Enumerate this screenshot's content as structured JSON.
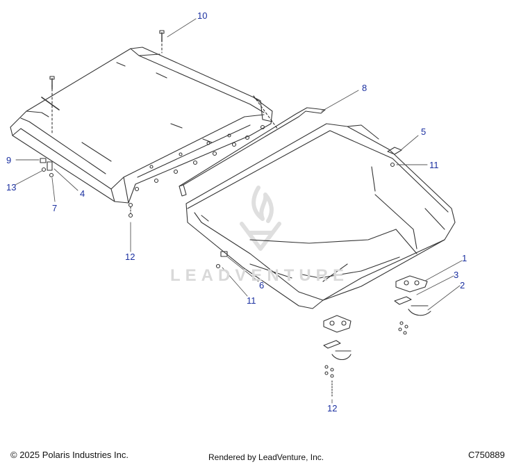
{
  "diagram": {
    "callouts": [
      {
        "id": "c10",
        "label": "10"
      },
      {
        "id": "c8",
        "label": "8"
      },
      {
        "id": "c5",
        "label": "5"
      },
      {
        "id": "c11a",
        "label": "11"
      },
      {
        "id": "c9",
        "label": "9"
      },
      {
        "id": "c13",
        "label": "13"
      },
      {
        "id": "c4",
        "label": "4"
      },
      {
        "id": "c7",
        "label": "7"
      },
      {
        "id": "c12a",
        "label": "12"
      },
      {
        "id": "c6",
        "label": "6"
      },
      {
        "id": "c11b",
        "label": "11"
      },
      {
        "id": "c1",
        "label": "1"
      },
      {
        "id": "c3",
        "label": "3"
      },
      {
        "id": "c2",
        "label": "2"
      },
      {
        "id": "c12b",
        "label": "12"
      }
    ],
    "watermark": "LEADVENTURE",
    "colors": {
      "callout": "#1a2fa0",
      "line": "#333333",
      "watermark": "#d9d9d9"
    }
  },
  "footer": {
    "copyright": "© 2025 Polaris Industries Inc.",
    "rendered_by": "Rendered by LeadVenture, Inc.",
    "diagram_code": "C750889"
  }
}
